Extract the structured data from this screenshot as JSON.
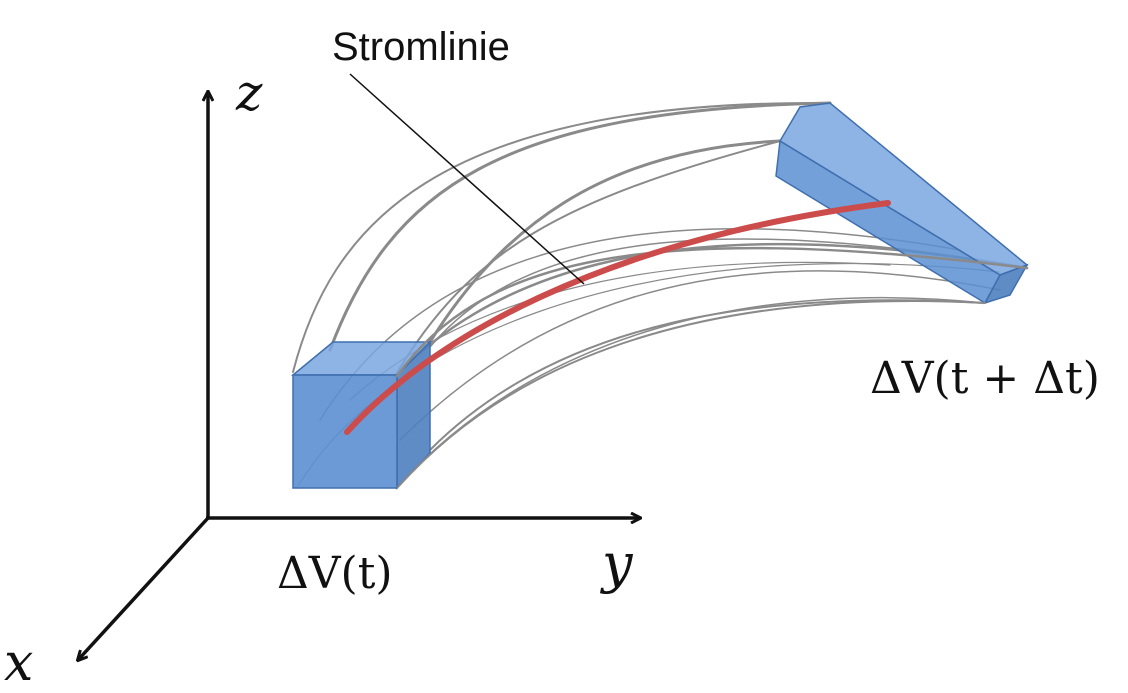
{
  "labels": {
    "annotation": "Stromlinie",
    "axis_z": "z",
    "axis_y": "y",
    "axis_x": "x",
    "volume_start": "ΔV(t)",
    "volume_end": "ΔV(t + Δt)"
  },
  "colors": {
    "volume_fill": "#5b8fd1",
    "volume_edge": "#3f6fae",
    "streamline": "#cc4b4b",
    "tube_lines": "#8a8a8a",
    "axes": "#111111"
  }
}
